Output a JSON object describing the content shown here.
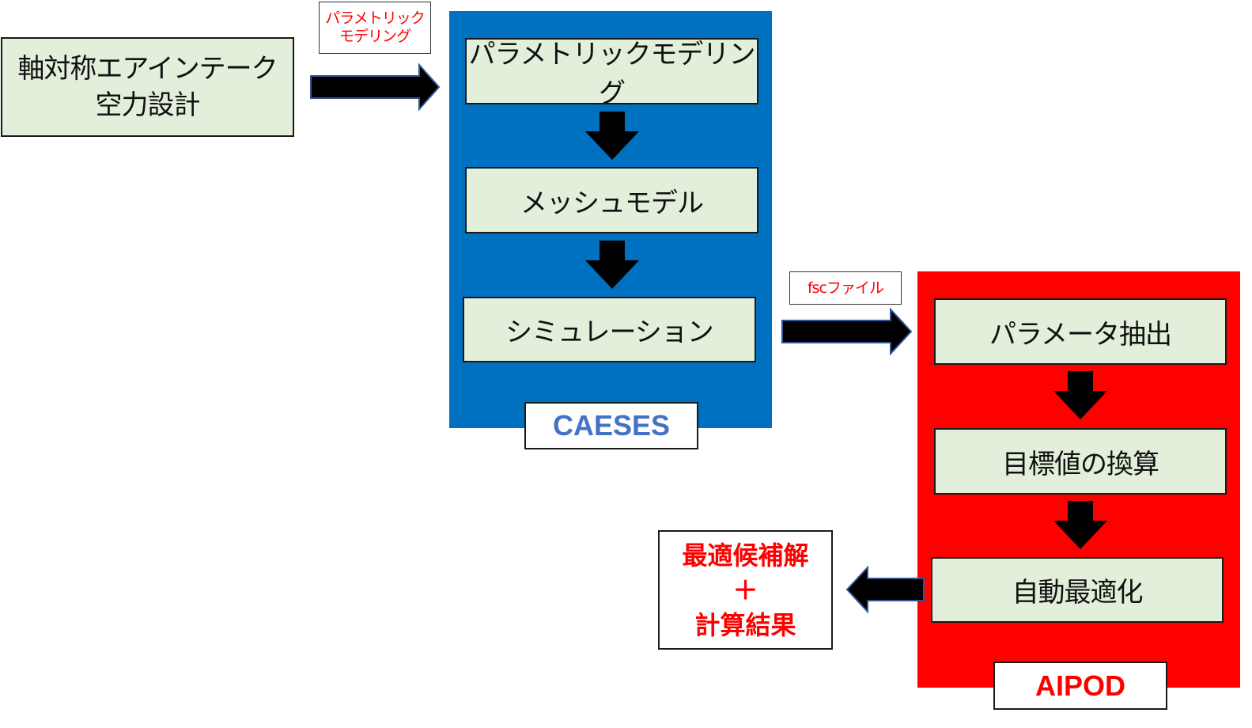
{
  "input_box": {
    "line1": "軸対称エアインテーク",
    "line2": "空力設計"
  },
  "label_parametric": {
    "line1": "パラメトリック",
    "line2": "モデリング"
  },
  "caeses": {
    "name": "CAESES",
    "color": "#0070c0",
    "steps": [
      "パラメトリックモデリング",
      "メッシュモデル",
      "シミュレーション"
    ]
  },
  "label_fsc": "fscファイル",
  "aipod": {
    "name": "AIPOD",
    "color": "#ff0000",
    "steps": [
      "パラメータ抽出",
      "目標値の換算",
      "自動最適化"
    ]
  },
  "result": {
    "line1": "最適候補解",
    "line2": "＋",
    "line3": "計算結果"
  }
}
